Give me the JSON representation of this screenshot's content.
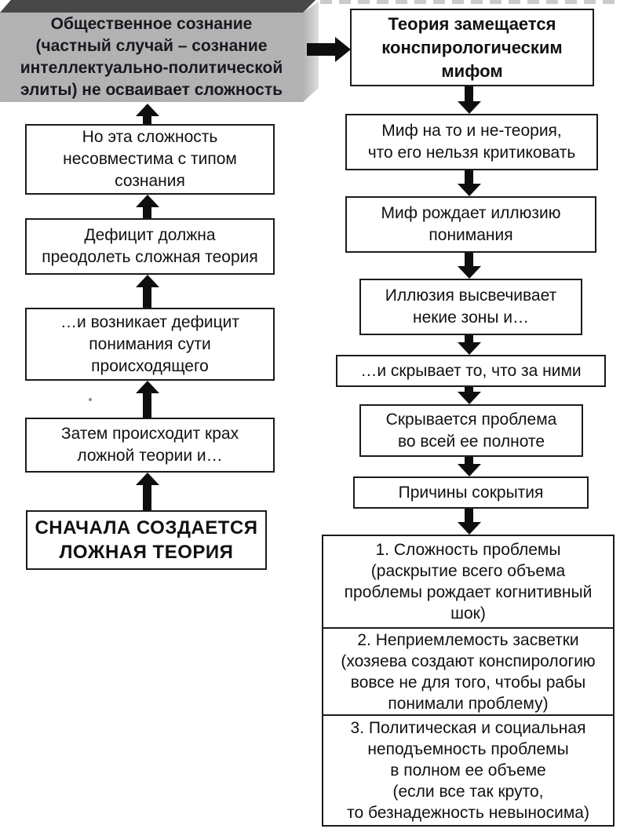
{
  "colors": {
    "box_border": "#1b1b1b",
    "arrow": "#0e0e0e",
    "gray_box_front": "#b3b3b3",
    "gray_box_top": "#474747",
    "gray_box_side": "#cfcfcf",
    "text": "#111111"
  },
  "left_column": {
    "top_box": {
      "text": "Общественное сознание\n(частный случай – сознание\nинтеллектуально-политической\nэлиты) не осваивает сложность"
    },
    "boxes": [
      {
        "text": "Но эта сложность\nнесовместима с типом\nсознания"
      },
      {
        "text": "Дефицит должна\nпреодолеть сложная теория"
      },
      {
        "text": "…и возникает дефицит\nпонимания сути\nпроисходящего"
      },
      {
        "text": "Затем происходит крах\nложной теории и…"
      },
      {
        "text": "СНАЧАЛА СОЗДАЕТСЯ\nЛОЖНАЯ ТЕОРИЯ"
      }
    ]
  },
  "right_column": {
    "boxes": [
      {
        "text": "Теория замещается\nконспирологическим\nмифом"
      },
      {
        "text": "Миф на то и не-теория,\nчто его нельзя критиковать"
      },
      {
        "text": "Миф рождает иллюзию\nпонимания"
      },
      {
        "text": "Иллюзия высвечивает\nнекие зоны и…"
      },
      {
        "text": "…и скрывает то, что за ними"
      },
      {
        "text": "Скрывается проблема\nво всей ее полноте"
      },
      {
        "text": "Причины сокрытия"
      }
    ],
    "reasons": [
      {
        "text": "1. Сложность проблемы\n(раскрытие всего объема\nпроблемы рождает когнитивный\nшок)"
      },
      {
        "text": "2. Неприемлемость засветки\n(хозяева создают конспирологию\nвовсе не для того, чтобы рабы\nпонимали проблему)"
      },
      {
        "text": "3. Политическая и социальная\nнеподъемность проблемы\nв полном ее объеме\n(если все так круто,\nто безнадежность невыносима)"
      }
    ]
  }
}
